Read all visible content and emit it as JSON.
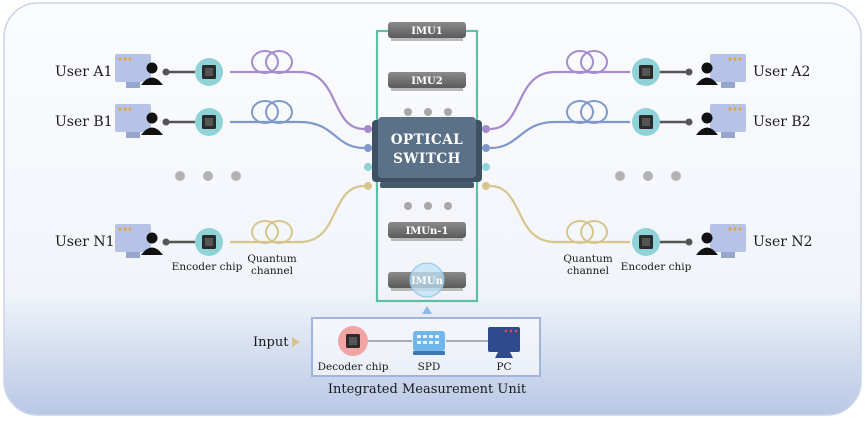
{
  "users_left": [
    {
      "name": "User A1",
      "color": "#a58bcc"
    },
    {
      "name": "User B1",
      "color": "#7f98c9"
    },
    {
      "name": "User N1",
      "color": "#d8c58e"
    }
  ],
  "users_right": [
    {
      "name": "User A2",
      "color": "#a58bcc"
    },
    {
      "name": "User B2",
      "color": "#7f98c9"
    },
    {
      "name": "User N2",
      "color": "#d8c58e"
    }
  ],
  "labels": {
    "encoder_left": "Encoder chip",
    "quantum_left": [
      "Quantum",
      "channel"
    ],
    "encoder_right": "Encoder chip",
    "quantum_right": [
      "Quantum",
      "channel"
    ]
  },
  "switch": {
    "line1": "OPTICAL",
    "line2": "SWITCH",
    "color": "#4e6378"
  },
  "imus": [
    "IMU1",
    "IMU2",
    "IMUn-1",
    "IMUn"
  ],
  "imu_panel": {
    "input": "Input",
    "decoder": "Decoder chip",
    "spd": "SPD",
    "pc": "PC",
    "caption": "Integrated Measurement Unit"
  },
  "colors": {
    "chip_ring": "#8fd3d8",
    "rack": "#5fbfa5",
    "panel_border": "#9fb6dc",
    "decoder": "#f0a4a4",
    "spd": "#6fb6ea",
    "pc": "#2f4a8a",
    "user_screen": "#b6c3e6"
  }
}
